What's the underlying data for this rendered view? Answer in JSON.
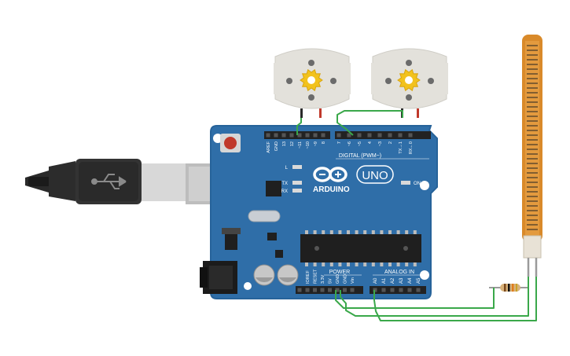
{
  "board": {
    "brand": "ARDUINO",
    "model": "UNO",
    "digital_header_label": "DIGITAL (PWM~)",
    "power_label": "POWER",
    "analog_label": "ANALOG IN",
    "on_label": "ON",
    "l_label": "L",
    "tx_label": "TX",
    "rx_label": "RX",
    "digital_pins": [
      "AREF",
      "GND",
      "13",
      "12",
      "~11",
      "~10",
      "~9",
      "8",
      "7",
      "~6",
      "~5",
      "4",
      "~3",
      "2",
      "TX→1",
      "RX←0"
    ],
    "power_pins": [
      "IOREF",
      "RESET",
      "3.3V",
      "5V",
      "GND",
      "GND",
      "Vin"
    ],
    "analog_pins": [
      "A0",
      "A1",
      "A2",
      "A3",
      "A4",
      "A5"
    ]
  },
  "components": {
    "motors": [
      "dc-motor-1",
      "dc-motor-2"
    ],
    "sensor": "flex-sensor",
    "resistor": "resistor",
    "usb": "usb-cable"
  },
  "colors": {
    "board": "#2f6ea8",
    "board_edge": "#27639a",
    "wire": "#3aa84a",
    "motor_body": "#e3e1db",
    "gear": "#f2c21d",
    "flex_sensor": "#d98a2a",
    "chip": "#1f1f1f",
    "header": "#222222"
  }
}
